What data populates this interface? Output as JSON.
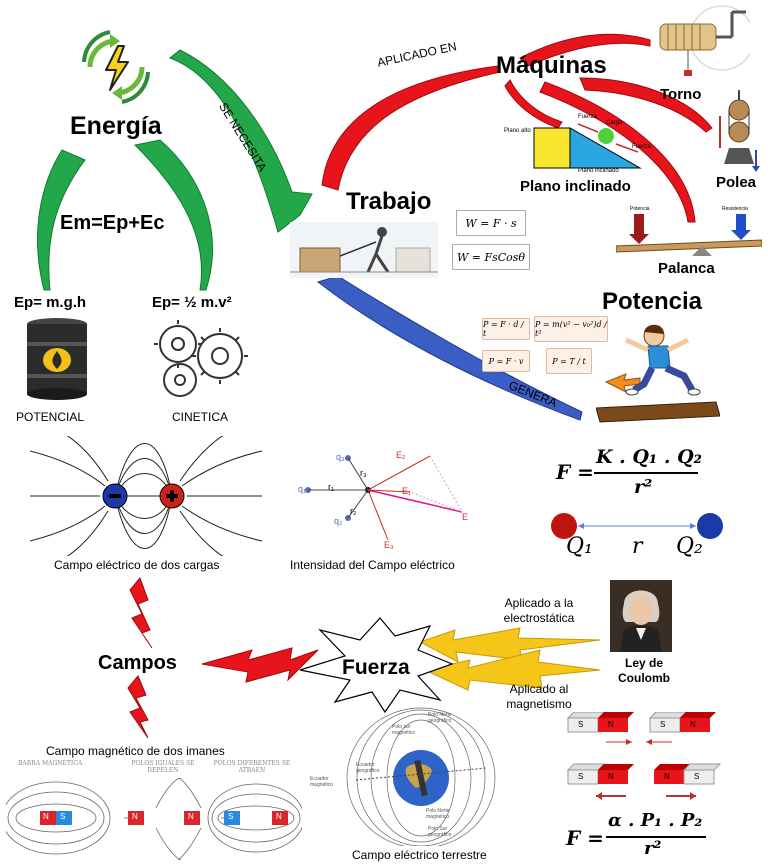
{
  "energia": {
    "title": "Energía",
    "equation": "Em=Ep+Ec",
    "ep_formula": "Ep= m.g.h",
    "ec_formula": "Ep= ½ m.v²",
    "potencial": "POTENCIAL",
    "cinetica": "CINETICA"
  },
  "connectors": {
    "se_necesita": "SE NECESITA",
    "aplicado_en": "APLICADO EN",
    "genera": "GENERA"
  },
  "trabajo": {
    "title": "Trabajo",
    "formula1": "W = F · s",
    "formula2": "W = FsCosθ"
  },
  "maquinas": {
    "title": "Máquinas",
    "torno": "Torno",
    "polea": "Polea",
    "plano": "Plano inclinado",
    "palanca": "Palanca",
    "plano_labels": {
      "fuerza": "Fuerza",
      "carga": "Carga",
      "plano_alto": "Plano alto",
      "plano_inclinado": "Plano inclinado",
      "fuerza2": "Fuerza"
    },
    "palanca_labels": {
      "potencia": "Potencia",
      "resistencia": "Resistencia"
    }
  },
  "potencia": {
    "title": "Potencia",
    "formulas": [
      "P = F · d / t",
      "P = m(v² − v₀²)d / t²",
      "P = F · v",
      "P = T / t"
    ]
  },
  "campo_electrico": {
    "caption": "Campo eléctrico de dos cargas",
    "intensidad_caption": "Intensidad del Campo eléctrico",
    "vector_labels": {
      "q1": "q₁",
      "q2": "q₂",
      "q3": "q₃",
      "r1": "r₁",
      "r2": "r₂",
      "r3": "r₃",
      "e1": "E₁",
      "e2": "E₂",
      "e3": "E₃",
      "e": "E"
    }
  },
  "coulomb": {
    "formula_lhs": "F =",
    "numerator": "K . Q₁ . Q₂",
    "denominator": "r²",
    "labels": {
      "q1": "Q₁",
      "r": "r",
      "q2": "Q₂"
    },
    "name": "Ley de Coulomb"
  },
  "campos": {
    "title": "Campos",
    "magnetico_caption": "Campo magnético de dos imanes",
    "magnet_labels": [
      "BARRA MAGNÉTICA",
      "POLOS IGUALES SE REPELEN",
      "POLOS DIFERENTES SE ATRAEN"
    ],
    "pole_n": "N",
    "pole_s": "S"
  },
  "fuerza": {
    "title": "Fuerza",
    "aplicado_electro": "Aplicado a la electrostática",
    "aplicado_magnet": "Aplicado al magnetismo"
  },
  "terrestre": {
    "caption": "Campo eléctrico terrestre",
    "labels": {
      "norte_geo": "Polo Norte geográfico",
      "sur_mag": "Polo sur magnético",
      "ecuador_geo": "Ecuador geográfico",
      "ecuador_mag": "Ecuador magnético",
      "norte_mag": "Polo Norte magnético",
      "sur_geo": "Polo Sur geográfico"
    }
  },
  "magnet_force": {
    "formula_lhs": "F =",
    "numerator": "α . P₁ . P₂",
    "denominator": "r²"
  },
  "colors": {
    "green": "#22a84a",
    "red": "#e8141b",
    "blue": "#3b5ec4",
    "yellow": "#f5c518",
    "oil": "#2b2b2b"
  }
}
